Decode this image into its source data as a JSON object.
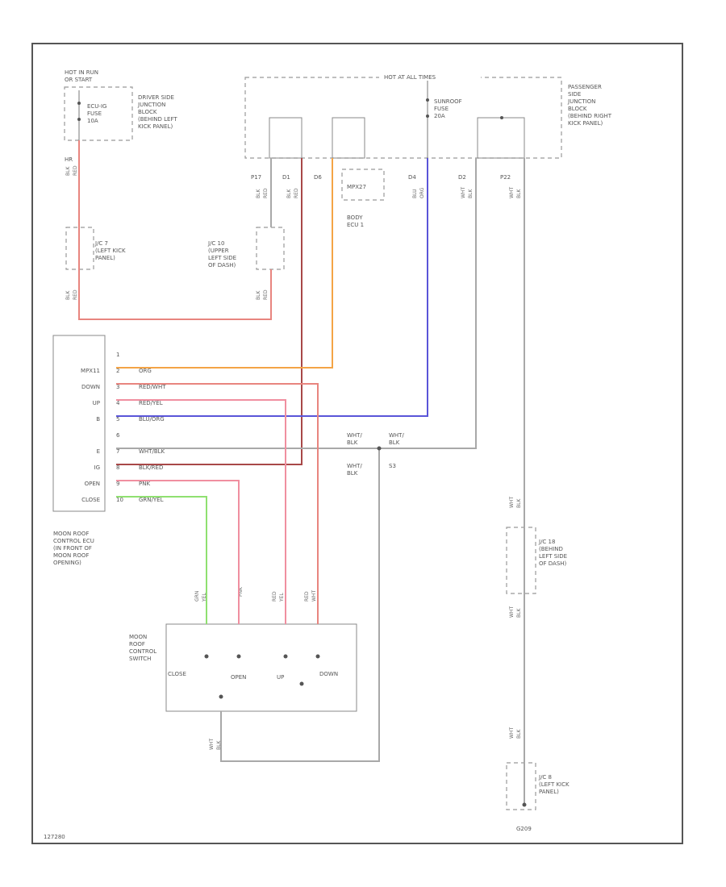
{
  "colors": {
    "red": "#e8857f",
    "orange": "#f4a446",
    "blue": "#5a55d8",
    "darkred": "#a84848",
    "pink": "#f08fa0",
    "green": "#8fe070",
    "gray": "#a8a8a8"
  },
  "labels": {
    "hot_in_run": "HOT IN RUN\nOR START",
    "driver_jb": "DRIVER SIDE\nJUNCTION\nBLOCK\n(BEHIND LEFT\nKICK PANEL)",
    "ecu_ig_fuse": "ECU-IG\nFUSE\n10A",
    "hot_at_all_times": "HOT AT ALL TIMES",
    "sunroof_fuse": "SUNROOF\nFUSE\n20A",
    "passenger_jb": "PASSENGER\nSIDE\nJUNCTION\nBLOCK\n(BEHIND RIGHT\nKICK PANEL)",
    "mpx27": "MPX27",
    "body_ecu": "BODY\nECU 1",
    "jc7": "J/C 7\n(LEFT KICK\nPANEL)",
    "jc10": "J/C 10\n(UPPER\nLEFT SIDE\nOF DASH)",
    "ecu_name": "MOON ROOF\nCONTROL ECU\n(IN FRONT OF\nMOON ROOF\nOPENING)",
    "switch_name": "MOON\nROOF\nCONTROL\nSWITCH",
    "jc18": "J/C 18\n(BEHIND\nLEFT SIDE\nOF DASH)",
    "jc8": "J/C 8\n(LEFT KICK\nPANEL)",
    "g209": "G209",
    "s3": "S3",
    "fig_id": "127280"
  },
  "connectors": {
    "hr": "HR",
    "p17": "P17",
    "d1": "D1",
    "d6": "D6",
    "d4": "D4",
    "d2": "D2",
    "p22": "P22"
  },
  "ecu_pins": [
    {
      "num": "1",
      "name": "",
      "color": "",
      "wire": ""
    },
    {
      "num": "2",
      "name": "MPX11",
      "color": "",
      "wire": "ORG"
    },
    {
      "num": "3",
      "name": "DOWN",
      "color": "",
      "wire": "RED/WHT"
    },
    {
      "num": "4",
      "name": "UP",
      "color": "",
      "wire": "RED/YEL"
    },
    {
      "num": "5",
      "name": "B",
      "color": "",
      "wire": "BLU/ORG"
    },
    {
      "num": "6",
      "name": "",
      "color": "",
      "wire": ""
    },
    {
      "num": "7",
      "name": "E",
      "color": "",
      "wire": "WHT/BLK"
    },
    {
      "num": "8",
      "name": "IG",
      "color": "",
      "wire": "BLK/RED"
    },
    {
      "num": "9",
      "name": "OPEN",
      "color": "",
      "wire": "PNK"
    },
    {
      "num": "10",
      "name": "CLOSE",
      "color": "",
      "wire": "GRN/YEL"
    }
  ],
  "switch_terms": {
    "close": "CLOSE",
    "open": "OPEN",
    "up": "UP",
    "down": "DOWN"
  },
  "wire_labels": {
    "blk_red": "BLK\nRED",
    "blu_org": "BLU\nORG",
    "org": "ORG",
    "red_wht": "RED\nWHT",
    "red_yel": "RED\nYEL",
    "grn_yel": "GRN\nYEL",
    "pnk": "PNK",
    "wht_blk": "WHT\nBLK",
    "wht_blk_inline": "WHT/\nBLK"
  }
}
